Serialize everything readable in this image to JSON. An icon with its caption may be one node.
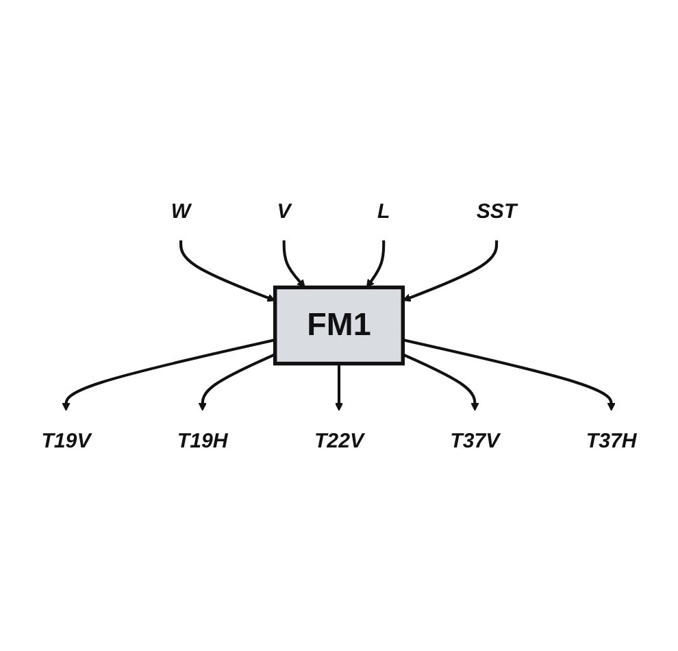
{
  "diagram": {
    "nodes": [
      {
        "text": [
          "W"
        ]
      },
      {
        "text": [
          "V"
        ]
      },
      {
        "text": [
          "L"
        ]
      },
      {
        "text": [
          "SST"
        ]
      },
      {
        "text": [
          "FM1"
        ]
      },
      {
        "text": [
          "T19V"
        ]
      },
      {
        "text": [
          "T19H"
        ]
      },
      {
        "text": [
          "T22V"
        ]
      },
      {
        "text": [
          "T37V"
        ]
      },
      {
        "text": [
          "T37H"
        ]
      }
    ],
    "edges": [
      {
        "from": 0,
        "to": 4,
        "arrow": "to"
      },
      {
        "from": 1,
        "to": 4,
        "arrow": "to"
      },
      {
        "from": 2,
        "to": 4,
        "arrow": "to"
      },
      {
        "from": 3,
        "to": 4,
        "arrow": "to"
      },
      {
        "from": 4,
        "to": 5,
        "arrow": "to"
      },
      {
        "from": 4,
        "to": 6,
        "arrow": "to"
      },
      {
        "from": 4,
        "to": 7,
        "arrow": "to"
      },
      {
        "from": 4,
        "to": 8,
        "arrow": "to"
      },
      {
        "from": 4,
        "to": 9,
        "arrow": "to"
      }
    ]
  }
}
